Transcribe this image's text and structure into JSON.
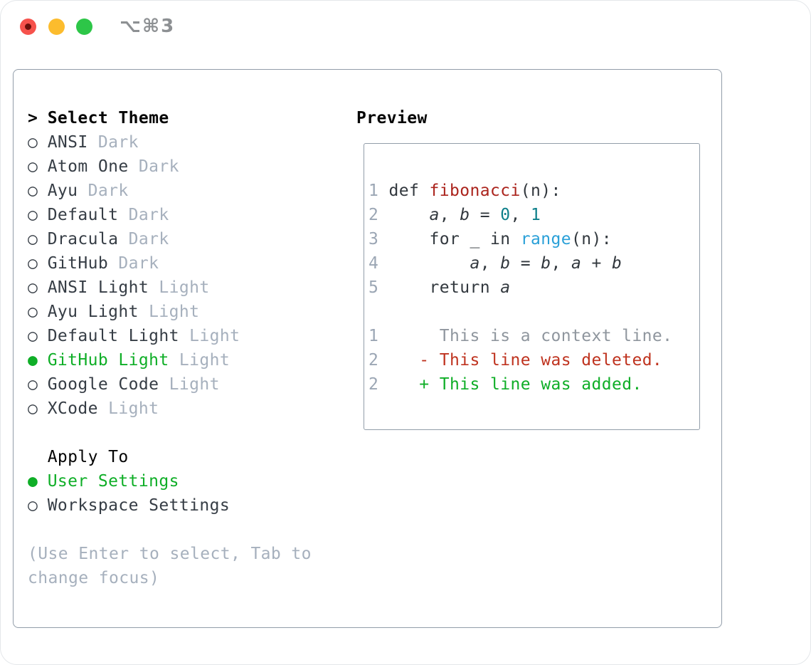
{
  "window": {
    "title": "⌥⌘3"
  },
  "icons": {
    "radio_selected": "●",
    "radio_unselected": "○",
    "header_marker": ">"
  },
  "colors": {
    "green": "#0fae27",
    "func_red": "#ab241d",
    "deleted_red": "#bf331f",
    "literal_teal": "#0d7f8a",
    "call_blue": "#2aa0d8",
    "code_dark": "#32383e",
    "name_dark": "#363d45",
    "muted": "#a6b0bd",
    "line_number": "#9ba6b4",
    "context_gray": "#8f969e",
    "border": "#929da9",
    "title_gray": "#8d9093",
    "light_red": "#f6524c",
    "light_yellow": "#fcbc2d",
    "light_green": "#2dc648"
  },
  "left": {
    "header_marker": ">",
    "header_label": "Select Theme",
    "themes": [
      {
        "name": "ANSI",
        "variant": "Dark",
        "selected": false
      },
      {
        "name": "Atom One",
        "variant": "Dark",
        "selected": false
      },
      {
        "name": "Ayu",
        "variant": "Dark",
        "selected": false
      },
      {
        "name": "Default",
        "variant": "Dark",
        "selected": false
      },
      {
        "name": "Dracula",
        "variant": "Dark",
        "selected": false
      },
      {
        "name": "GitHub",
        "variant": "Dark",
        "selected": false
      },
      {
        "name": "ANSI Light",
        "variant": "Light",
        "selected": false
      },
      {
        "name": "Ayu Light",
        "variant": "Light",
        "selected": false
      },
      {
        "name": "Default Light",
        "variant": "Light",
        "selected": false
      },
      {
        "name": "GitHub Light",
        "variant": "Light",
        "selected": true
      },
      {
        "name": "Google Code",
        "variant": "Light",
        "selected": false
      },
      {
        "name": "XCode",
        "variant": "Light",
        "selected": false
      }
    ],
    "apply_header": "Apply To",
    "apply_options": [
      {
        "name": "User Settings",
        "selected": true
      },
      {
        "name": "Workspace Settings",
        "selected": false
      }
    ],
    "help_lines": [
      "(Use Enter to select, Tab to",
      "change focus)"
    ]
  },
  "preview": {
    "header": "Preview",
    "code_lines": [
      [
        {
          "t": "1 ",
          "s": "num"
        },
        {
          "t": "def ",
          "s": "code"
        },
        {
          "t": "fibonacci",
          "s": "func"
        },
        {
          "t": "(n):",
          "s": "code"
        }
      ],
      [
        {
          "t": "2 ",
          "s": "num"
        },
        {
          "t": "    ",
          "s": "code"
        },
        {
          "t": "a",
          "s": "var"
        },
        {
          "t": ", ",
          "s": "code"
        },
        {
          "t": "b",
          "s": "var"
        },
        {
          "t": " = ",
          "s": "code"
        },
        {
          "t": "0",
          "s": "lit"
        },
        {
          "t": ", ",
          "s": "code"
        },
        {
          "t": "1",
          "s": "lit"
        }
      ],
      [
        {
          "t": "3 ",
          "s": "num"
        },
        {
          "t": "    for _ in ",
          "s": "code"
        },
        {
          "t": "range",
          "s": "call"
        },
        {
          "t": "(n):",
          "s": "code"
        }
      ],
      [
        {
          "t": "4 ",
          "s": "num"
        },
        {
          "t": "        ",
          "s": "code"
        },
        {
          "t": "a",
          "s": "var"
        },
        {
          "t": ", ",
          "s": "code"
        },
        {
          "t": "b",
          "s": "var"
        },
        {
          "t": " = ",
          "s": "code"
        },
        {
          "t": "b",
          "s": "var"
        },
        {
          "t": ", ",
          "s": "code"
        },
        {
          "t": "a",
          "s": "var"
        },
        {
          "t": " + ",
          "s": "code"
        },
        {
          "t": "b",
          "s": "var"
        }
      ],
      [
        {
          "t": "5 ",
          "s": "num"
        },
        {
          "t": "    return ",
          "s": "code"
        },
        {
          "t": "a",
          "s": "var"
        }
      ],
      [],
      [
        {
          "t": "1 ",
          "s": "num"
        },
        {
          "t": "     This is a context line.",
          "s": "ctx"
        }
      ],
      [
        {
          "t": "2 ",
          "s": "num"
        },
        {
          "t": "   ",
          "s": "code"
        },
        {
          "t": "- This line was deleted.",
          "s": "del"
        }
      ],
      [
        {
          "t": "2 ",
          "s": "num"
        },
        {
          "t": "   ",
          "s": "code"
        },
        {
          "t": "+ This line was added.",
          "s": "add"
        }
      ]
    ]
  }
}
